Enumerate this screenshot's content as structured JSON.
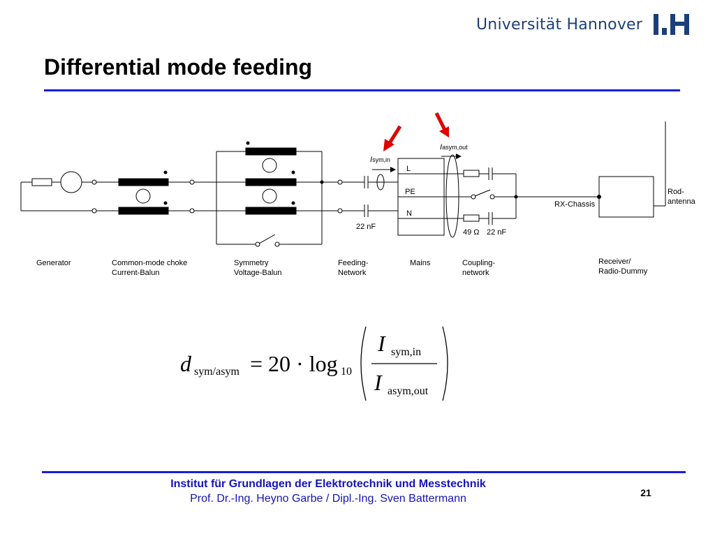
{
  "header": {
    "university": "Universität Hannover",
    "logo_text": "L.H",
    "title": "Differential mode feeding"
  },
  "diagram": {
    "labels": {
      "generator": "Generator",
      "choke": "Common-mode choke\nCurrent-Balun",
      "symmetry": "Symmetry\nVoltage-Balun",
      "feeding": "Feeding-\nNetwork",
      "mains": "Mains",
      "coupling": "Coupling-\nnetwork",
      "receiver": "Receiver/\nRadio-Dummy",
      "rod": "Rod-\nantenna",
      "rx_chassis": "RX-Chassis",
      "cap_feed": "22 nF",
      "res_coupling": "49 Ω",
      "cap_coupling": "22 nF",
      "line_l": "L",
      "line_pe": "PE",
      "line_n": "N",
      "i_sym_main": "I",
      "i_sym_sub": "sym,in",
      "i_asym_main": "I",
      "i_asym_sub": "asym,out"
    }
  },
  "formula": {
    "d": "d",
    "d_sub": "sym/asym",
    "equals": "= 20 · log",
    "log_sub": "10",
    "num": "I",
    "num_sub": "sym,in",
    "den": "I",
    "den_sub": "asym,out"
  },
  "footer": {
    "line1": "Institut für Grundlagen der Elektrotechnik und Messtechnik",
    "line2": "Prof. Dr.-Ing. Heyno Garbe / Dipl.-Ing. Sven Battermann",
    "page": "21"
  },
  "colors": {
    "rule": "#1a1adc",
    "footer_text": "#1414b8",
    "logo": "#1c3f7a",
    "arrow": "#e00000"
  }
}
